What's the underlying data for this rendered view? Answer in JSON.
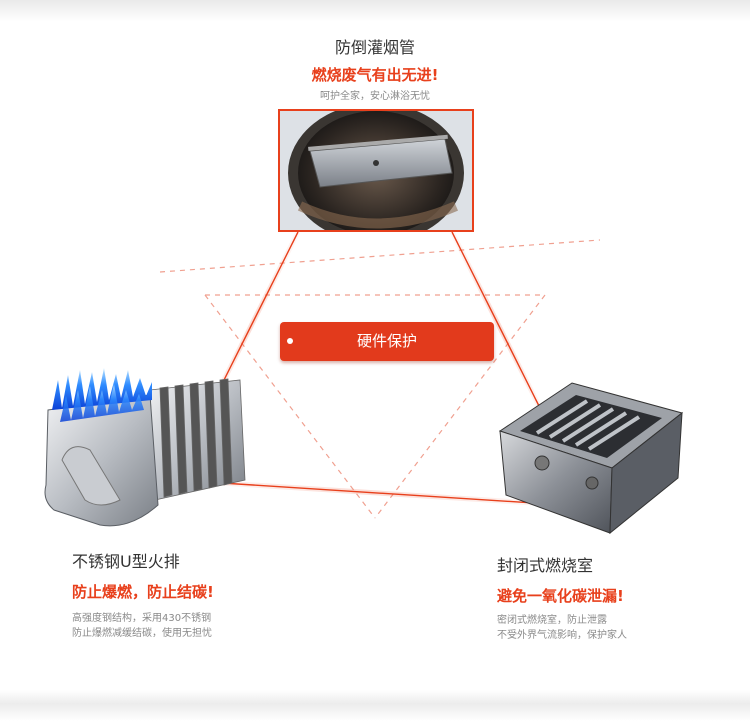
{
  "center": {
    "label": "硬件保护"
  },
  "features": {
    "top": {
      "title": "防倒灌烟管",
      "slogan": "燃烧废气有出无进!",
      "desc": "呵护全家，安心淋浴无忧"
    },
    "left": {
      "title": "不锈钢U型火排",
      "slogan": "防止爆燃，防止结碳!",
      "desc_lines": [
        "高强度钢结构，采用430不锈钢",
        "防止爆燃减缓结碳，使用无担忧"
      ]
    },
    "right": {
      "title": "封闭式燃烧室",
      "slogan": "避免一氧化碳泄漏!",
      "desc_lines": [
        "密闭式燃烧室，防止泄露",
        "不受外界气流影响，保护家人"
      ]
    }
  },
  "colors": {
    "accent": "#e23a1c",
    "slogan": "#e8401c",
    "line": "#e8401c",
    "dashed": "#f0a090"
  },
  "icons": [
    "flue-pipe-photo",
    "u-burner-image",
    "combustion-chamber-image"
  ]
}
